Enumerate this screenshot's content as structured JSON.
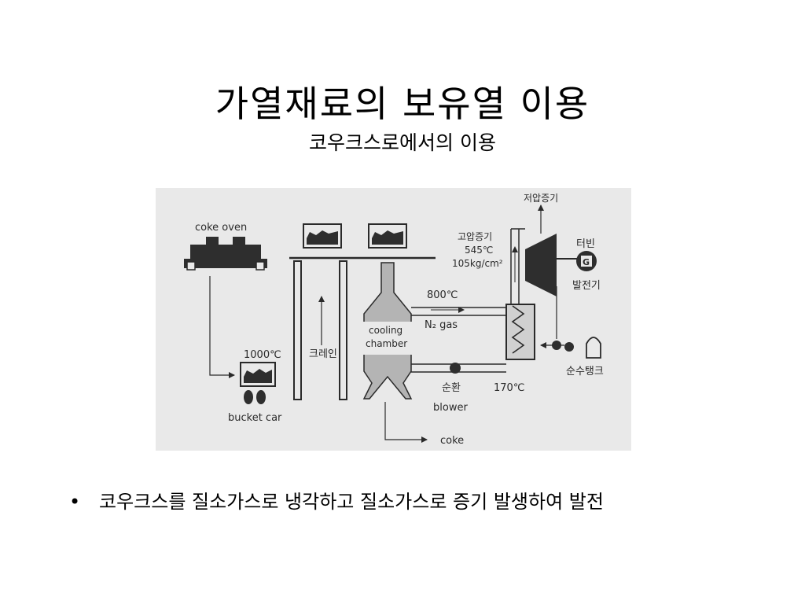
{
  "slide": {
    "title": "가열재료의  보유열 이용",
    "subtitle": "코우크스로에서의 이용",
    "bullet": "코우크스를 질소가스로 냉각하고 질소가스로 증기 발생하여 발전",
    "bullet_symbol": "•"
  },
  "diagram": {
    "labels": {
      "coke_oven": "coke oven",
      "temp_1000": "1000℃",
      "bucket_car": "bucket car",
      "crane": "크레인",
      "cooling_1": "cooling",
      "cooling_2": "chamber",
      "temp_800": "800℃",
      "n2_gas": "N₂ gas",
      "blower_1": "순환",
      "blower_2": "blower",
      "temp_170": "170℃",
      "coke": "coke",
      "hp_steam_1": "고압증기",
      "hp_steam_2": "545℃",
      "hp_steam_3": "105kg/cm²",
      "lp_steam": "저압증기",
      "turbine": "터빈",
      "generator_letter": "G",
      "generator": "발전기",
      "pure_water_tank": "순수탱크"
    },
    "colors": {
      "background": "#e9e9e9",
      "line": "#2a2a2a"
    }
  }
}
